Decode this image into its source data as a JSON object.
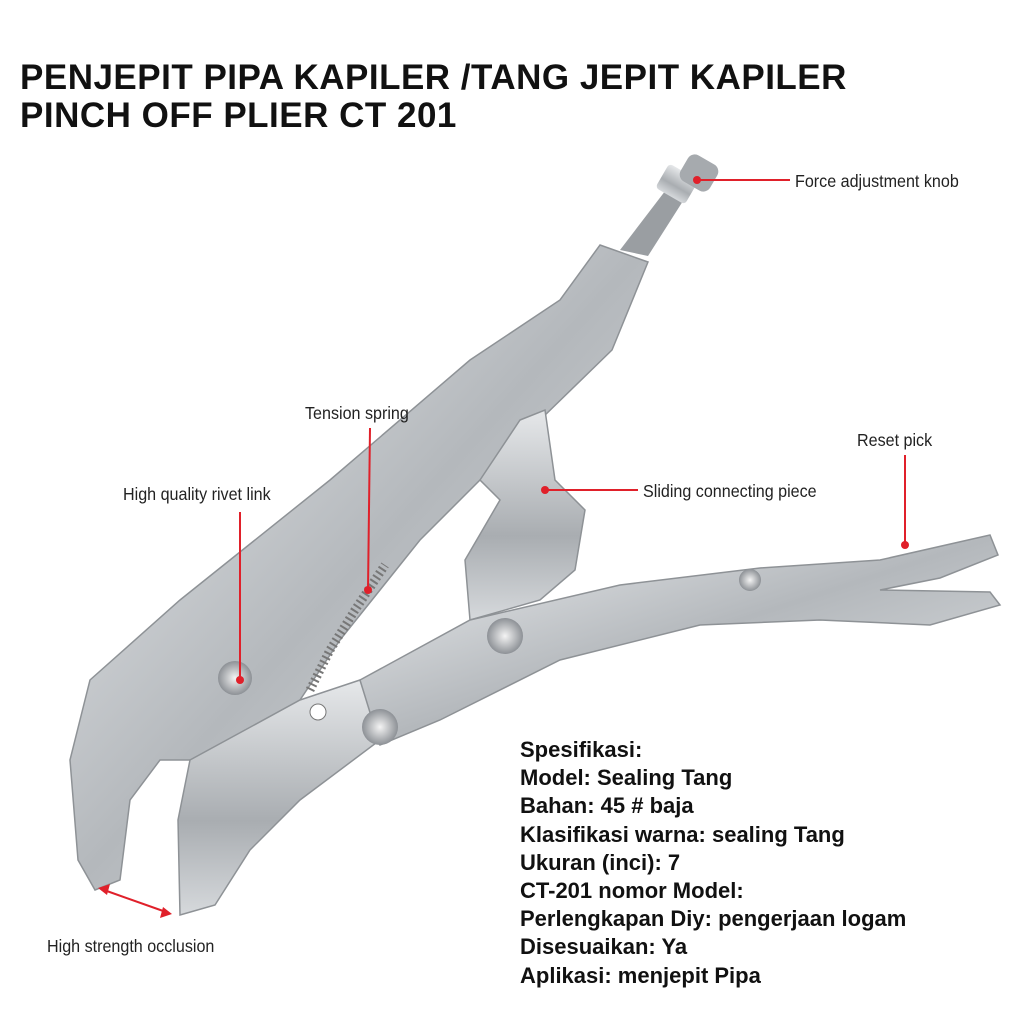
{
  "title": {
    "line1": "PENJEPIT PIPA KAPILER /TANG JEPIT KAPILER",
    "line2": "PINCH OFF PLIER CT 201"
  },
  "annotations": {
    "force_knob": "Force adjustment knob",
    "tension_spring": "Tension spring",
    "rivet_link": "High quality rivet link",
    "reset_pick": "Reset pick",
    "sliding_piece": "Sliding connecting piece",
    "occlusion": "High strength occlusion"
  },
  "specs": [
    "Spesifikasi:",
    "Model: Sealing Tang",
    "Bahan: 45 # baja",
    "Klasifikasi warna: sealing Tang",
    "Ukuran (inci): 7",
    "CT-201 nomor Model:",
    "Perlengkapan Diy: pengerjaan logam",
    "Disesuaikan: Ya",
    "Aplikasi: menjepit Pipa"
  ],
  "colors": {
    "annotation": "#e0202a",
    "metal": "#b8bcc0"
  }
}
